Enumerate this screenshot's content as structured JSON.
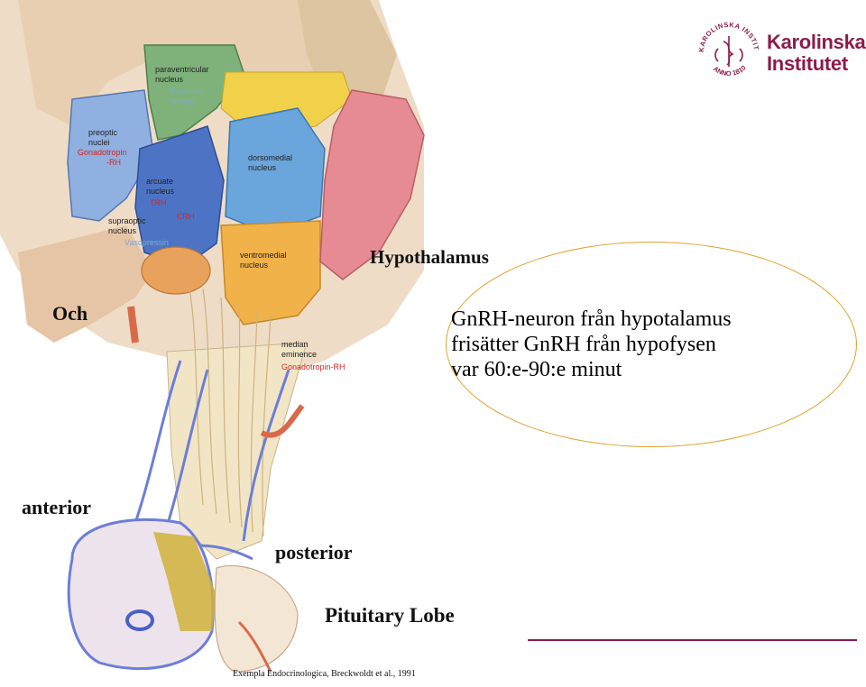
{
  "illustration": {
    "labels": {
      "paraventricular": "paraventricular",
      "paraventricular_nucleus": "nucleus",
      "oxytocin": "Oxytocin",
      "oxytocin_2": "Vasopr",
      "preoptic": "preoptic",
      "preoptic_nuclei": "nuclei",
      "gonadotropin_rh_1": "Gonadotropin",
      "gonadotropin_rh_1b": "-RH",
      "arcuate": "arcuate",
      "arcuate_nucleus": "nucleus",
      "trh": "TRH",
      "crh": "CRH",
      "suprachiasmatic": "supraoptic",
      "suprachiasmatic_nucleus": "nucleus",
      "vasopressin": "Vasopressin",
      "dorsomedial": "dorsomedial",
      "dorsomedial_nucleus": "nucleus",
      "ventromedial": "ventromedial",
      "ventromedial_nucleus": "nucleus",
      "hypothalamus": "Hypothalamus",
      "och": "Och",
      "median": "median",
      "eminence": "eminence",
      "gonadotropin_rh_2": "Gonadotropin-RH",
      "anterior": "anterior",
      "posterior": "posterior",
      "pituitary_lobe": "Pituitary Lobe",
      "source": "Exempla Endocrinologica, Breckwoldt et al., 1991"
    },
    "colors": {
      "paraventricular": "#7fb27a",
      "preoptic": "#8fb0e0",
      "arcuate": "#4d74c4",
      "dorsomedial": "#6aa6dc",
      "ventromedial": "#f1b24a",
      "hypothalamus_lobe": "#e68b93",
      "vessel_blue": "#6c7ed8",
      "vessel_red": "#d86a4a"
    }
  },
  "logo": {
    "word1": "Karolinska",
    "word2": "Institutet",
    "seal_text_top": "KAROLINSKA INSTITUTET",
    "seal_text_bottom": "ANNO 1810",
    "color": "#8e1b4b"
  },
  "callout": {
    "line1": "GnRH-neuron från hypotalamus",
    "line2": "frisätter GnRH från hypofysen",
    "line3": "var 60:e-90:e minut",
    "border_color": "#e2a02c"
  }
}
